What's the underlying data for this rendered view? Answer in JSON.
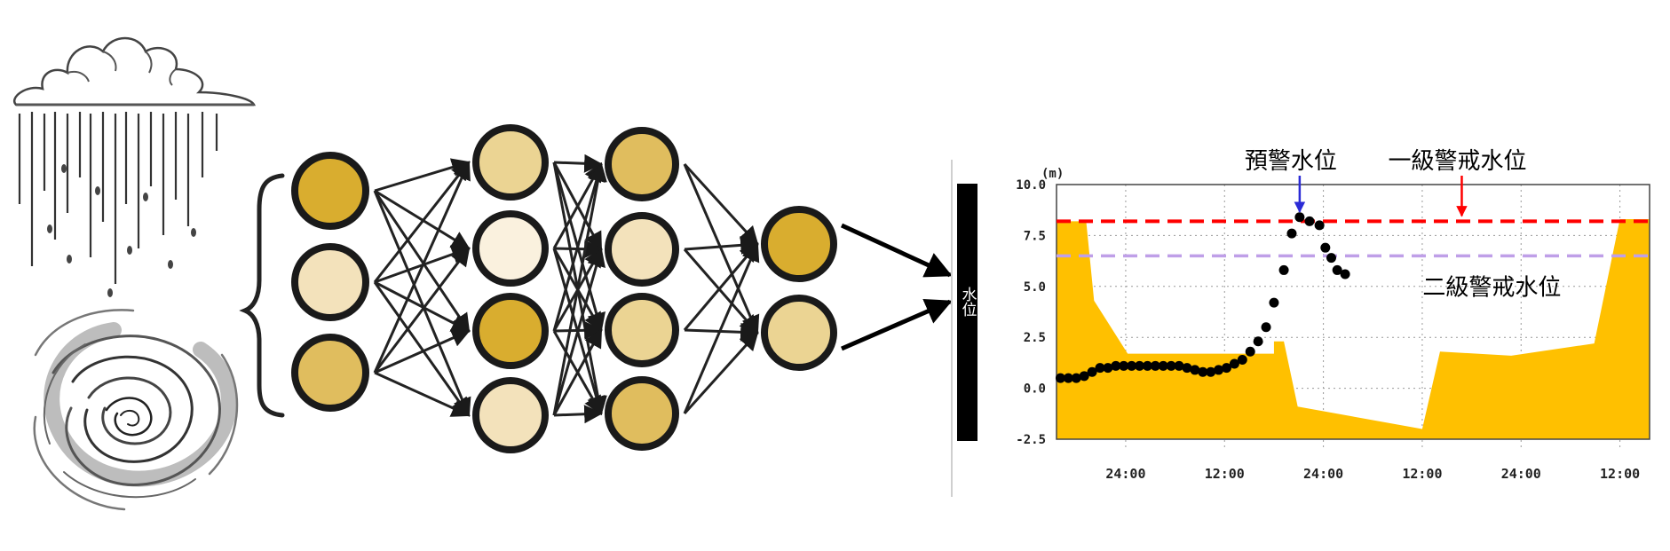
{
  "inputs": [
    {
      "icon": "rain-cloud-icon"
    },
    {
      "icon": "typhoon-icon"
    }
  ],
  "network": {
    "layers": [
      [
        "#d9ad2f",
        "#f3e2bb",
        "#e0bd5e"
      ],
      [
        "#ebd493",
        "#faf1de",
        "#d9ad2f",
        "#f3e2bb"
      ],
      [
        "#e0bd5e",
        "#f3e2bb",
        "#ebd493",
        "#e0bd5e"
      ],
      [
        "#d9ad2f",
        "#ebd493"
      ]
    ],
    "node_border_color": "#1a1a1a"
  },
  "chart_data": {
    "type": "area",
    "y_unit": "(m)",
    "y_axis_title": "水位",
    "ylim": [
      -2.5,
      10.0
    ],
    "y_ticks": [
      "10.0",
      "7.5",
      "5.0",
      "2.5",
      "0.0",
      "-2.5"
    ],
    "y_tick_values": [
      10.0,
      7.5,
      5.0,
      2.5,
      0.0,
      -2.5
    ],
    "x_range": [
      0,
      30
    ],
    "x_ticks": [
      {
        "x": 3.5,
        "label": "24:00"
      },
      {
        "x": 8.5,
        "label": "12:00"
      },
      {
        "x": 13.5,
        "label": "24:00"
      },
      {
        "x": 18.5,
        "label": "12:00"
      },
      {
        "x": 23.5,
        "label": "24:00"
      },
      {
        "x": 28.5,
        "label": "12:00"
      }
    ],
    "area_color": "#ffc000",
    "area": [
      [
        0,
        8.2
      ],
      [
        1.5,
        8.2
      ],
      [
        1.9,
        4.3
      ],
      [
        3.6,
        1.7
      ],
      [
        11.0,
        1.7
      ],
      [
        11.0,
        2.3
      ],
      [
        11.5,
        2.3
      ],
      [
        12.2,
        -0.9
      ],
      [
        18.5,
        -2.0
      ],
      [
        19.4,
        1.8
      ],
      [
        23.0,
        1.6
      ],
      [
        27.2,
        2.2
      ],
      [
        28.5,
        8.3
      ],
      [
        30,
        8.3
      ]
    ],
    "observed": [
      [
        0.2,
        0.5
      ],
      [
        0.6,
        0.5
      ],
      [
        1.0,
        0.5
      ],
      [
        1.4,
        0.6
      ],
      [
        1.8,
        0.8
      ],
      [
        2.2,
        1.0
      ],
      [
        2.6,
        1.0
      ],
      [
        3.0,
        1.1
      ],
      [
        3.4,
        1.1
      ],
      [
        3.8,
        1.1
      ],
      [
        4.2,
        1.1
      ],
      [
        4.6,
        1.1
      ],
      [
        5.0,
        1.1
      ],
      [
        5.4,
        1.1
      ],
      [
        5.8,
        1.1
      ],
      [
        6.2,
        1.1
      ],
      [
        6.6,
        1.0
      ],
      [
        7.0,
        0.9
      ],
      [
        7.4,
        0.8
      ],
      [
        7.8,
        0.8
      ],
      [
        8.2,
        0.9
      ],
      [
        8.6,
        1.0
      ],
      [
        9.0,
        1.2
      ],
      [
        9.4,
        1.4
      ],
      [
        9.8,
        1.8
      ],
      [
        10.2,
        2.3
      ],
      [
        10.6,
        3.0
      ],
      [
        11.0,
        4.2
      ],
      [
        11.5,
        5.8
      ],
      [
        11.9,
        7.6
      ],
      [
        12.3,
        8.4
      ],
      [
        12.8,
        8.2
      ],
      [
        13.3,
        8.0
      ],
      [
        13.6,
        6.9
      ],
      [
        13.9,
        6.4
      ],
      [
        14.2,
        5.8
      ],
      [
        14.6,
        5.6
      ]
    ],
    "thresholds": [
      {
        "label": "一級警戒水位",
        "value": 8.2,
        "color": "#ff0000",
        "arrow_color": "#ff0000",
        "arrow_x": 20.5
      },
      {
        "label": "二級警戒水位",
        "value": 6.5,
        "color": "#bf9fe8"
      }
    ],
    "annotations": [
      {
        "label": "預警水位",
        "arrow_color": "#2b2bd6",
        "arrow_x": 12.3
      }
    ]
  }
}
